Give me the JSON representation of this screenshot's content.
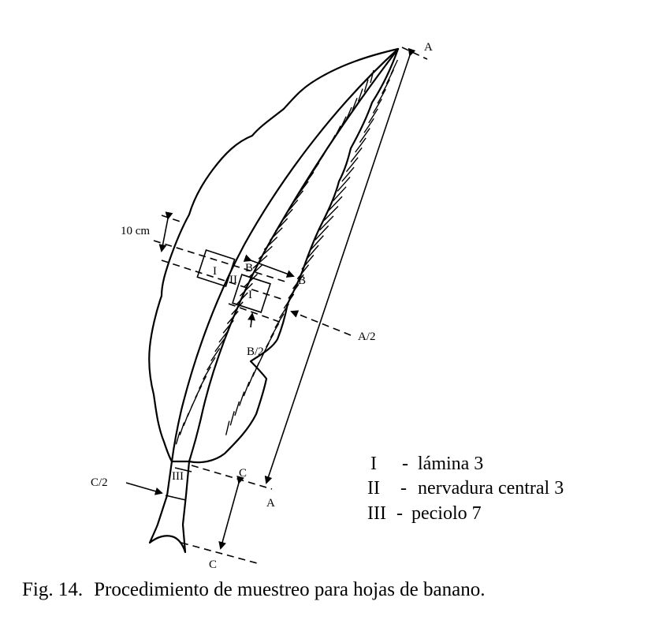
{
  "figure": {
    "labels": {
      "a_top": "A",
      "a_bottom": "A",
      "a_half": "A/2",
      "b_inner": "B",
      "b_outer": "B",
      "b_half": "B/2",
      "c_top": "C",
      "c_bottom": "C",
      "c_half": "C/2",
      "ten_cm": "10 cm",
      "region_i_left": "I",
      "region_i_right": "I",
      "region_ii": "II",
      "region_iii": "III"
    },
    "legend": [
      {
        "key": "I",
        "sep": "-",
        "text": "lámina 3"
      },
      {
        "key": "II",
        "sep": "-",
        "text": "nervadura central 3"
      },
      {
        "key": "III",
        "sep": "-",
        "text": "peciolo 7"
      }
    ],
    "caption": {
      "number": "Fig. 14.",
      "text": "Procedimiento  de muestreo para hojas de banano."
    }
  }
}
